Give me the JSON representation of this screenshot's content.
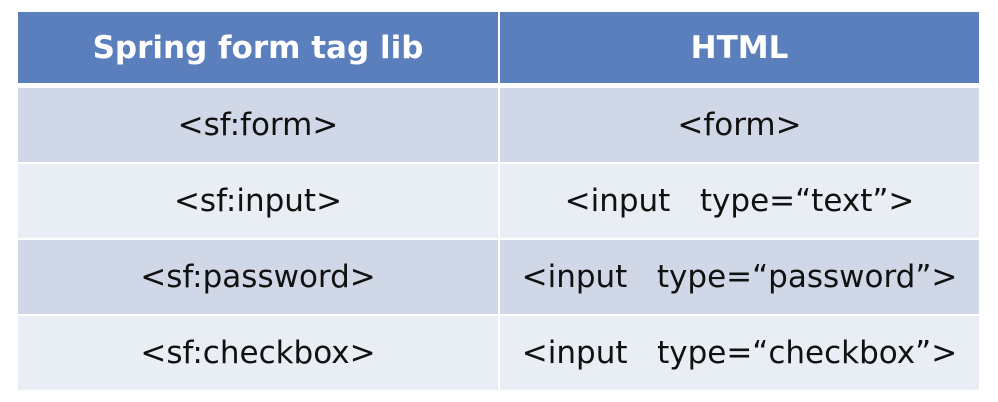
{
  "table": {
    "headers": [
      "Spring form tag lib",
      "HTML"
    ],
    "rows": [
      [
        "<sf:form>",
        "<form>"
      ],
      [
        "<sf:input>",
        "<input   type=“text”>"
      ],
      [
        "<sf:password>",
        "<input   type=“password”>"
      ],
      [
        "<sf:checkbox>",
        "<input   type=“checkbox”>"
      ]
    ]
  },
  "colors": {
    "header_bg": "#5b7fbd",
    "header_text": "#ffffff",
    "row_odd_bg": "#d0d8e7",
    "row_even_bg": "#e9edf4",
    "body_text": "#111111"
  }
}
